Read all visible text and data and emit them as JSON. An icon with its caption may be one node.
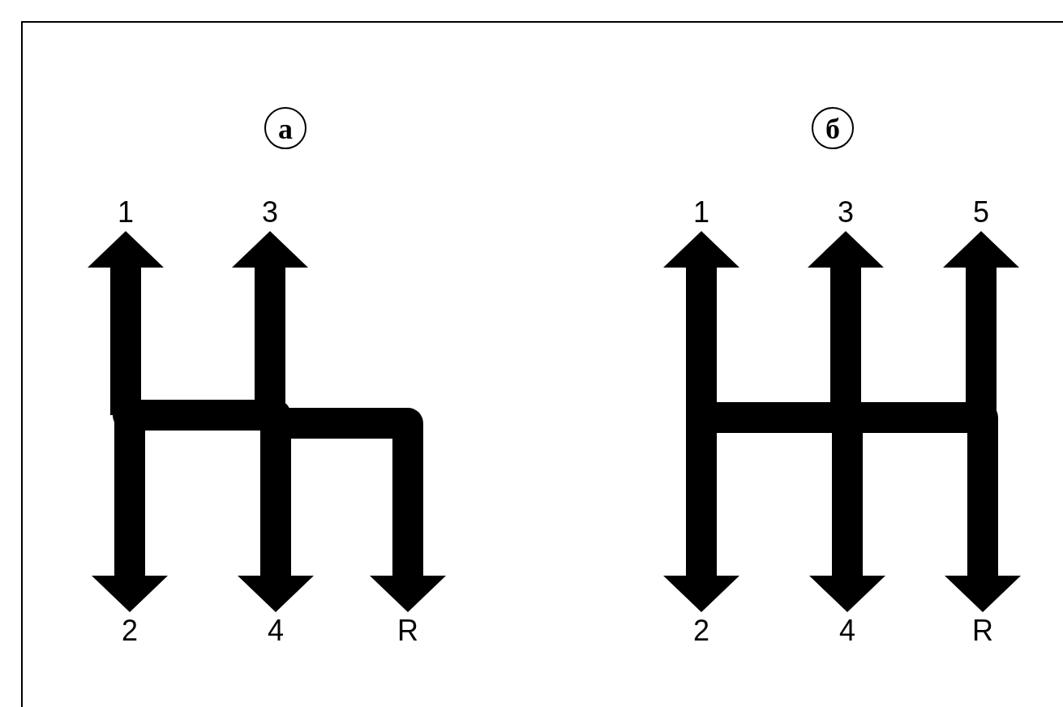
{
  "diagram": {
    "nodes": [
      {
        "text": [
          "1"
        ]
      },
      {
        "text": [
          "3"
        ]
      },
      {
        "text": [
          "2"
        ]
      },
      {
        "text": [
          "4"
        ]
      },
      {
        "text": [
          "R"
        ]
      },
      {
        "text": [
          "1"
        ]
      },
      {
        "text": [
          "3"
        ]
      },
      {
        "text": [
          "5"
        ]
      },
      {
        "text": [
          "2"
        ]
      },
      {
        "text": [
          "4"
        ]
      },
      {
        "text": [
          "R"
        ]
      }
    ],
    "edges": [
      {
        "from": null,
        "to": 0,
        "arrow": "to"
      },
      {
        "from": null,
        "to": 1,
        "arrow": "to"
      },
      {
        "from": null,
        "to": 2,
        "arrow": "to"
      },
      {
        "from": null,
        "to": 3,
        "arrow": "to"
      },
      {
        "from": null,
        "to": 4,
        "arrow": "to"
      },
      {
        "from": null,
        "to": 5,
        "arrow": "to"
      },
      {
        "from": null,
        "to": 6,
        "arrow": "to"
      },
      {
        "from": null,
        "to": 7,
        "arrow": "to"
      },
      {
        "from": null,
        "to": 8,
        "arrow": "to"
      },
      {
        "from": null,
        "to": 9,
        "arrow": "to"
      },
      {
        "from": null,
        "to": 10,
        "arrow": "to"
      }
    ],
    "labels": [
      "а",
      "б"
    ]
  }
}
